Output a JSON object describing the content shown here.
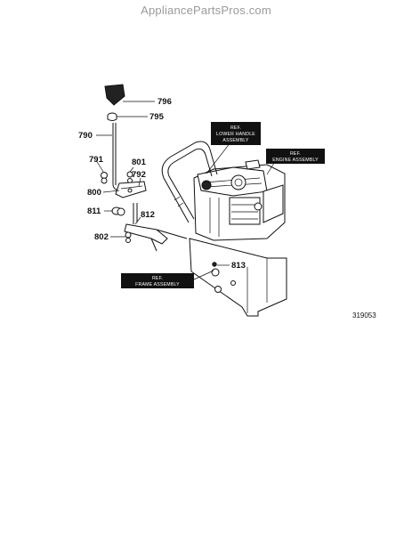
{
  "watermark": "AppliancePartsPros.com",
  "figure_number": "319053",
  "part_labels": [
    {
      "id": "796",
      "text": "796"
    },
    {
      "id": "795",
      "text": "795"
    },
    {
      "id": "790",
      "text": "790"
    },
    {
      "id": "791",
      "text": "791"
    },
    {
      "id": "801",
      "text": "801"
    },
    {
      "id": "792",
      "text": "792"
    },
    {
      "id": "800",
      "text": "800"
    },
    {
      "id": "811",
      "text": "811"
    },
    {
      "id": "812",
      "text": "812"
    },
    {
      "id": "802",
      "text": "802"
    },
    {
      "id": "813",
      "text": "813"
    }
  ],
  "ref_boxes": {
    "lower_handle": [
      "REF.",
      "LOWER HANDLE",
      "ASSEMBLY"
    ],
    "engine": [
      "REF.",
      "ENGINE ASSEMBLY"
    ],
    "frame": [
      "REF.",
      "FRAME ASSEMBLY"
    ]
  }
}
